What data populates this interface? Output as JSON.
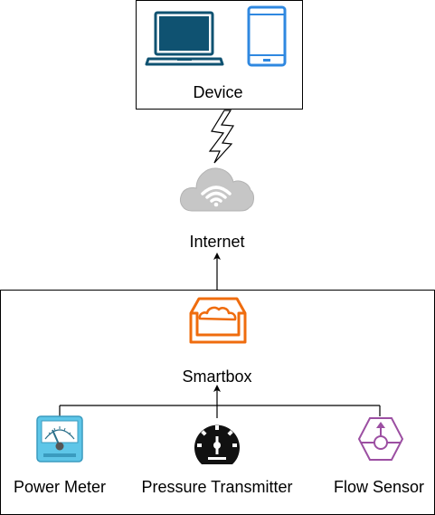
{
  "device": {
    "label": "Device",
    "icons": [
      "laptop-icon",
      "smartphone-icon"
    ]
  },
  "link": {
    "icon": "lightning-bolt-icon"
  },
  "internet": {
    "label": "Internet",
    "icon": "wifi-cloud-icon"
  },
  "smartbox": {
    "label": "Smartbox",
    "icon": "cloud-box-icon"
  },
  "sensors": [
    {
      "label": "Power Meter",
      "icon": "power-meter-gauge-icon"
    },
    {
      "label": "Pressure Transmitter",
      "icon": "pressure-gauge-icon"
    },
    {
      "label": "Flow Sensor",
      "icon": "flow-sensor-icon"
    }
  ],
  "colors": {
    "laptop": "#0f5271",
    "phone": "#2f88e0",
    "cloud": "#c8c8c8",
    "smartbox": "#ef6c0e",
    "power_meter": "#5ec6e8",
    "pressure": "#111111",
    "flow": "#9c4fa2",
    "line": "#000000"
  }
}
